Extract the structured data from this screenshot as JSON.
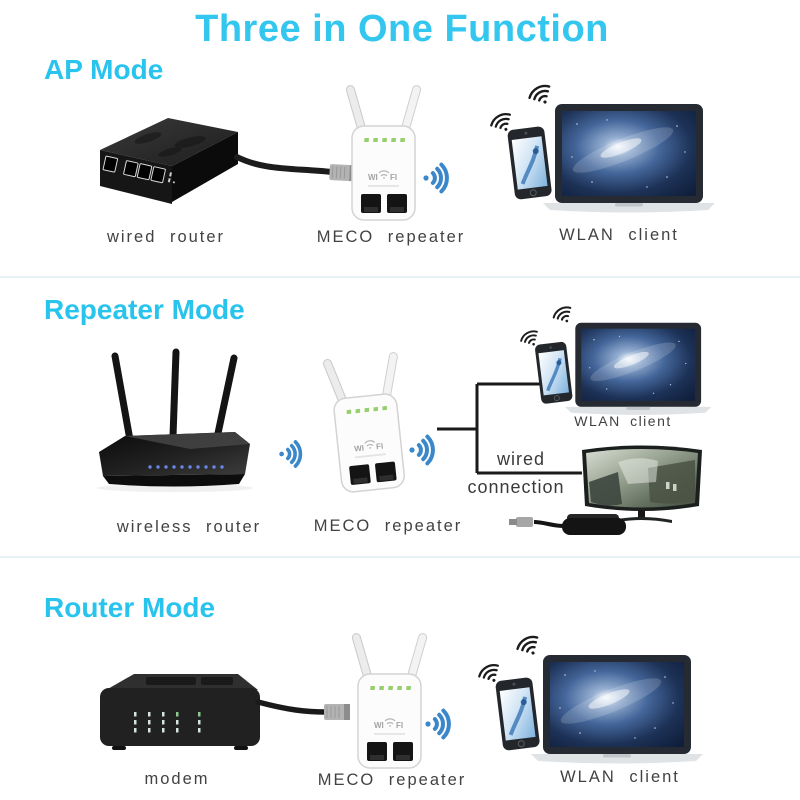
{
  "title": "Three in One Function",
  "colors": {
    "accent": "#29c4ee",
    "wifi_blue": "#3a87c9",
    "label_text": "#424242"
  },
  "repeater_logo": {
    "left": "WI",
    "right": "FI"
  },
  "sections": [
    {
      "heading": "AP Mode",
      "labels": {
        "left_device": "wired router",
        "center_device": "MECO repeater",
        "right_device": "WLAN client"
      }
    },
    {
      "heading": "Repeater Mode",
      "labels": {
        "left_device": "wireless router",
        "center_device": "MECO repeater",
        "right_device": "WLAN client"
      },
      "connection_note": {
        "line1": "wired",
        "line2": "connection"
      }
    },
    {
      "heading": "Router Mode",
      "labels": {
        "left_device": "modem",
        "center_device": "MECO repeater",
        "right_device": "WLAN client"
      }
    }
  ]
}
